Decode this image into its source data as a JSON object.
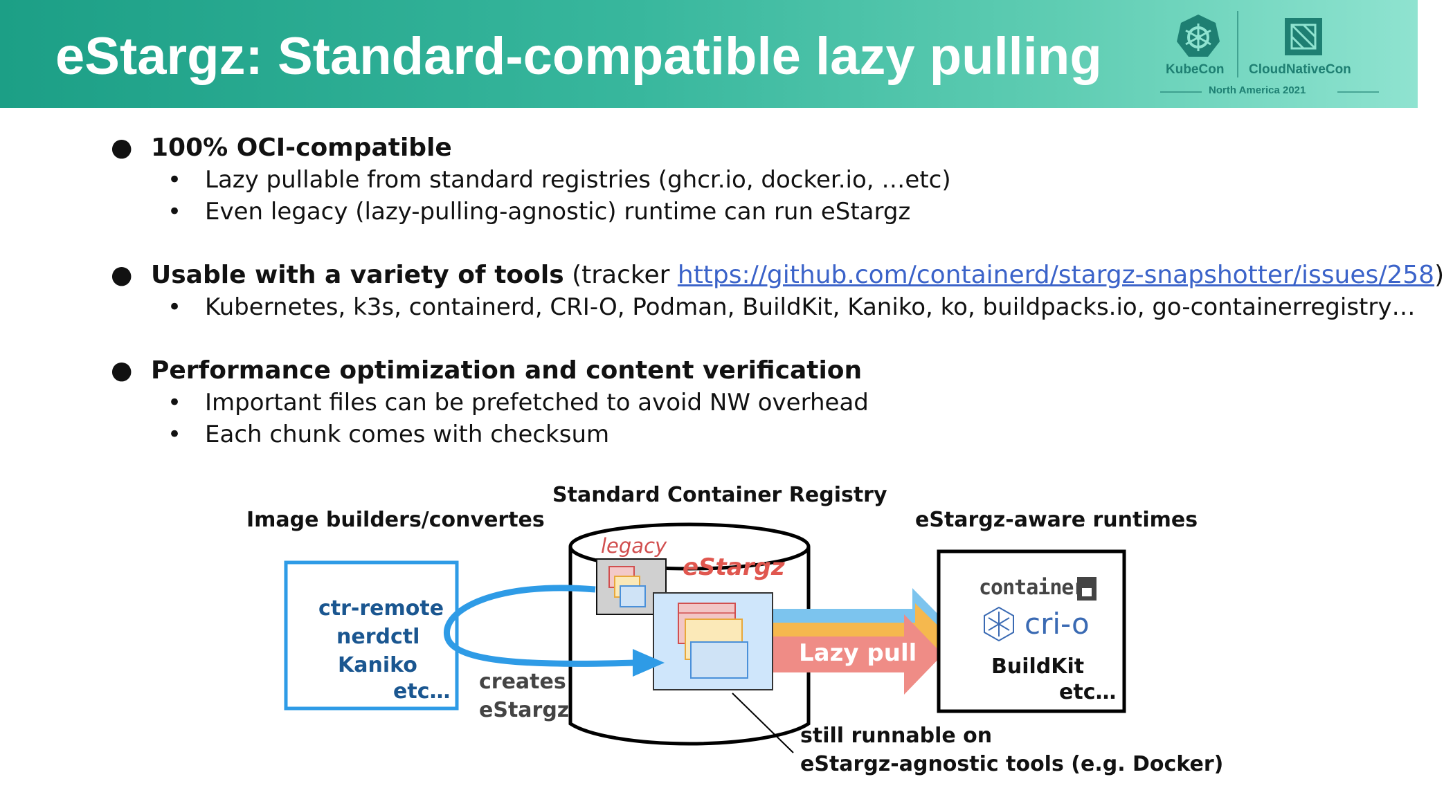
{
  "slide": {
    "title": "eStargz: Standard-compatible lazy pulling",
    "logo": {
      "kubecon": "KubeCon",
      "cncf": "CloudNativeCon",
      "event": "North America 2021"
    }
  },
  "bullets": [
    {
      "text": "100% OCI-compatible",
      "sub": [
        "Lazy pullable from standard registries (ghcr.io, docker.io, …etc)",
        "Even legacy (lazy-pulling-agnostic) runtime can run eStargz"
      ]
    },
    {
      "text": "Usable with a variety of tools",
      "note_prefix": " (tracker ",
      "link": "https://github.com/containerd/stargz-snapshotter/issues/258",
      "note_suffix": ")",
      "sub": [
        "Kubernetes, k3s, containerd, CRI-O, Podman, BuildKit, Kaniko, ko, buildpacks.io, go-containerregistry…"
      ]
    },
    {
      "text": "Performance optimization and content verification",
      "sub": [
        "Important files can be prefetched to avoid NW overhead",
        "Each chunk comes with checksum"
      ]
    }
  ],
  "diagram": {
    "builders_title": "Image builders/convertes",
    "builders": [
      "ctr-remote",
      "nerdctl",
      "Kaniko",
      "etc…"
    ],
    "creates_label": [
      "creates",
      "eStargz"
    ],
    "registry_title": "Standard Container Registry",
    "legacy_label": "legacy",
    "estargz_label": "eStargz",
    "lazy_pull_label": "Lazy pull",
    "runtimes_title": "eStargz-aware runtimes",
    "runtimes": {
      "containerd": "container",
      "crio": "cri-o",
      "buildkit": "BuildKit",
      "etc": "etc…"
    },
    "note": [
      "still runnable on",
      "eStargz-agnostic tools (e.g. Docker)"
    ],
    "colors": {
      "builder_box": "#2e9be6",
      "arrow": "#2e9be6",
      "lazy_pull": "#ef8c86",
      "doc_red": "#e06060",
      "doc_yellow": "#f0b840",
      "doc_blue": "#4a90d9"
    }
  }
}
